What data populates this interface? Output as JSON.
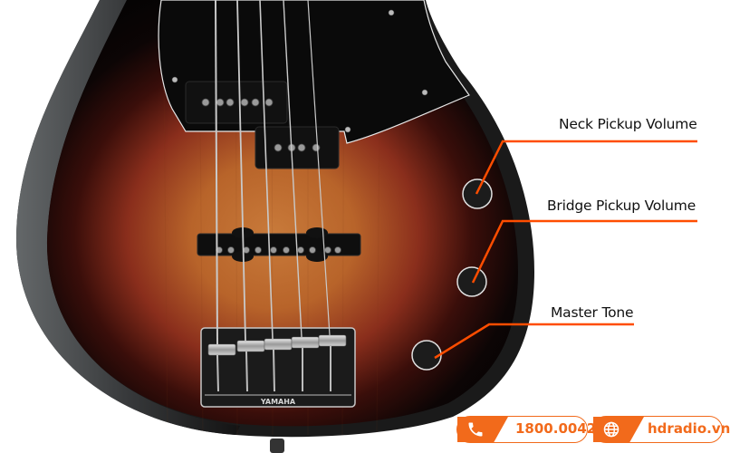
{
  "image": {
    "subject": "5-string electric bass guitar body, 3-tone sunburst finish, black pickguard",
    "brand_on_bridge": "YAMAHA"
  },
  "callouts": [
    {
      "label": "Neck Pickup Volume",
      "knob": "knob-1"
    },
    {
      "label": "Bridge Pickup Volume",
      "knob": "knob-2"
    },
    {
      "label": "Master Tone",
      "knob": "knob-3"
    }
  ],
  "footer": {
    "phone": {
      "icon": "phone-icon",
      "text": "1800.0042"
    },
    "website": {
      "icon": "globe-icon",
      "text": "hdradio.vn"
    }
  },
  "colors": {
    "accent": "#f26a1b",
    "callout_line": "#ff4d00",
    "text": "#111111",
    "background": "#ffffff"
  }
}
